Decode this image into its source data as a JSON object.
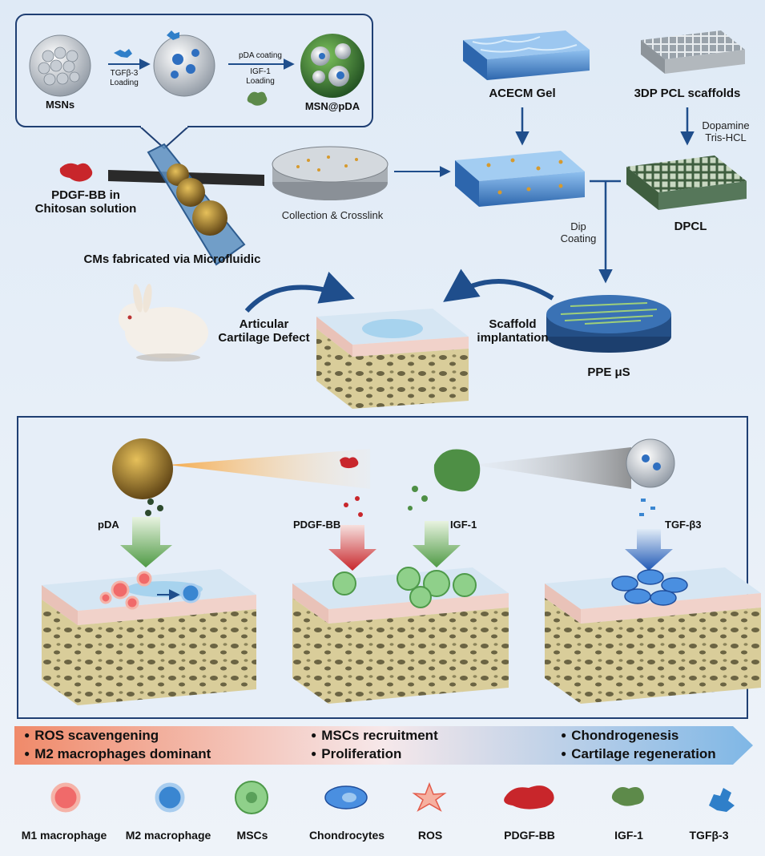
{
  "synthesis": {
    "msns": "MSNs",
    "tgf_loading": "TGFβ-3\nLoading",
    "pda_coating": "pDA coating",
    "igf_loading": "IGF-1\nLoading",
    "msn_pda": "MSN@pDA",
    "pdgf_chitosan": "PDGF-BB in\nChitosan solution",
    "cms_microfluidic": "CMs fabricated via Microfluidic",
    "collection": "Collection & Crosslink",
    "acecm_gel": "ACECM Gel",
    "pcl_scaffolds": "3DP PCL scaffolds",
    "dopamine": "Dopamine\nTris-HCL",
    "dpcl": "DPCL",
    "dip_coating": "Dip\nCoating",
    "ppe": "PPE μS",
    "scaffold_implant": "Scaffold\nimplantation",
    "cartilage_defect": "Articular\nCartilage Defect"
  },
  "mechanism": {
    "pda": "pDA",
    "pdgf": "PDGF-BB",
    "igf": "IGF-1",
    "tgf": "TGF-β3"
  },
  "effects": {
    "ros": "ROS scavengening",
    "m2": "M2 macrophages dominant",
    "mscs_recruit": "MSCs recruitment",
    "proliferation": "Proliferation",
    "chondrogenesis": "Chondrogenesis",
    "regeneration": "Cartilage regeneration"
  },
  "legend": {
    "m1": "M1 macrophage",
    "m2": "M2 macrophage",
    "mscs": "MSCs",
    "chondrocytes": "Chondrocytes",
    "ros": "ROS",
    "pdgf": "PDGF-BB",
    "igf": "IGF-1",
    "tgf": "TGFβ-3"
  },
  "colors": {
    "arrow_blue": "#1f4e8c",
    "bone": "#d9cd9a",
    "gel_blue": "#3a7cc4",
    "green": "#5aa05a",
    "red": "#c8262b",
    "gold": "#a8842a"
  }
}
